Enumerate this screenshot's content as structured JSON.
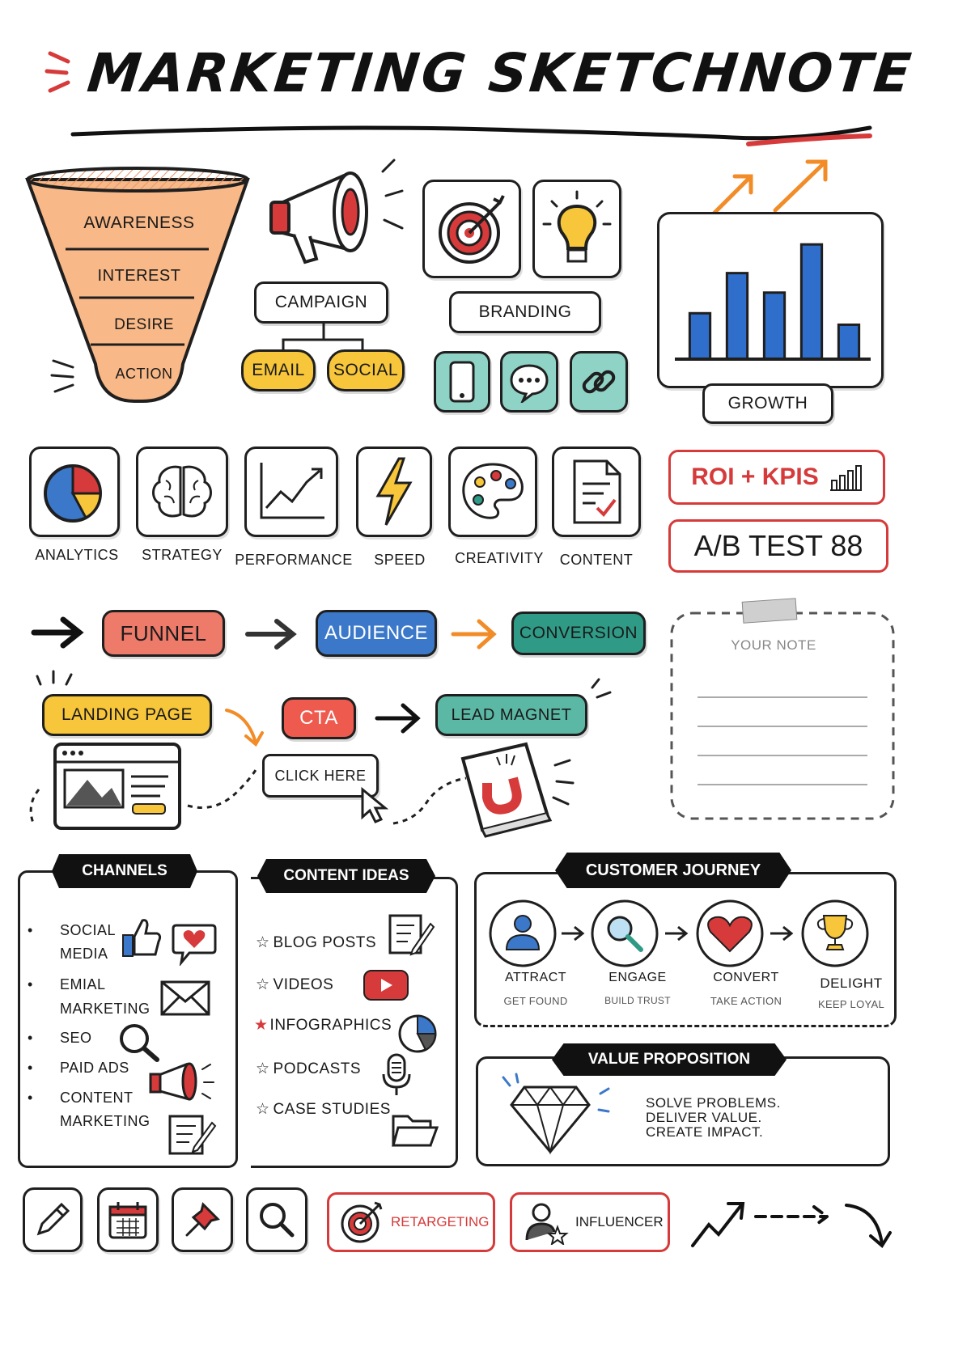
{
  "title": "MARKETING SKETCHNOTE",
  "funnel": {
    "stages": [
      "AWARENESS",
      "INTEREST",
      "DESIRE",
      "ACTION"
    ],
    "fill_color": "#f8b887"
  },
  "campaign": {
    "label": "CAMPAIGN",
    "email": "EMAIL",
    "social": "SOCIAL"
  },
  "branding": {
    "label": "BRANDING"
  },
  "growth": {
    "label": "GROWTH"
  },
  "chart_data": {
    "type": "bar",
    "values": [
      40,
      75,
      58,
      100,
      30
    ],
    "title": "",
    "xlabel": "",
    "ylabel": "",
    "ylim": [
      0,
      110
    ],
    "grid": false,
    "bar_color": "#2f6fcb"
  },
  "skills": [
    {
      "label": "ANALYTICS",
      "icon": "pie-chart-icon"
    },
    {
      "label": "STRATEGY",
      "icon": "brain-icon"
    },
    {
      "label": "PERFORMANCE",
      "icon": "trend-line-icon"
    },
    {
      "label": "SPEED",
      "icon": "lightning-icon"
    },
    {
      "label": "CREATIVITY",
      "icon": "palette-icon"
    },
    {
      "label": "CONTENT",
      "icon": "document-icon"
    }
  ],
  "roi": {
    "label": "ROI + KPIS"
  },
  "abtest": {
    "label": "A/B TEST 88"
  },
  "flow": {
    "funnel": "FUNNEL",
    "audience": "AUDIENCE",
    "conversion": "CONVERSION"
  },
  "landing": {
    "label": "LANDING PAGE",
    "cta": "CTA",
    "lead_magnet": "LEAD MAGNET",
    "click_here": "CLICK HERE"
  },
  "note": {
    "label": "YOUR NOTE"
  },
  "channels": {
    "title": "CHANNELS",
    "items": [
      "SOCIAL",
      "MEDIA",
      "EMIAL",
      "MARKETING",
      "SEO",
      "PAID ADS",
      "CONTENT",
      "MARKETING"
    ]
  },
  "content_ideas": {
    "title": "CONTENT IDEAS",
    "items": [
      "BLOG POSTS",
      "VIDEOS",
      "INFOGRAPHICS",
      "PODCASTS",
      "CASE STUDIES"
    ]
  },
  "journey": {
    "title": "CUSTOMER JOURNEY",
    "steps": [
      {
        "label": "ATTRACT",
        "sub": "GET FOUND"
      },
      {
        "label": "ENGAGE",
        "sub": "BUILD TRUST"
      },
      {
        "label": "CONVERT",
        "sub": "TAKE ACTION"
      },
      {
        "label": "DELIGHT",
        "sub": "KEEP LOYAL"
      }
    ]
  },
  "value": {
    "title": "VALUE PROPOSITION",
    "lines": [
      "SOLVE PROBLEMS.",
      "DELIVER VALUE.",
      "CREATE IMPACT."
    ]
  },
  "bottom": {
    "retargeting": "RETARGETING",
    "influencer": "INFLUENCER"
  },
  "colors": {
    "red": "#d63a3a",
    "orange": "#f28c28",
    "yellow": "#f7c63a",
    "blue": "#3b78c9",
    "teal": "#2f9b86",
    "salmon": "#ee7a6a"
  }
}
